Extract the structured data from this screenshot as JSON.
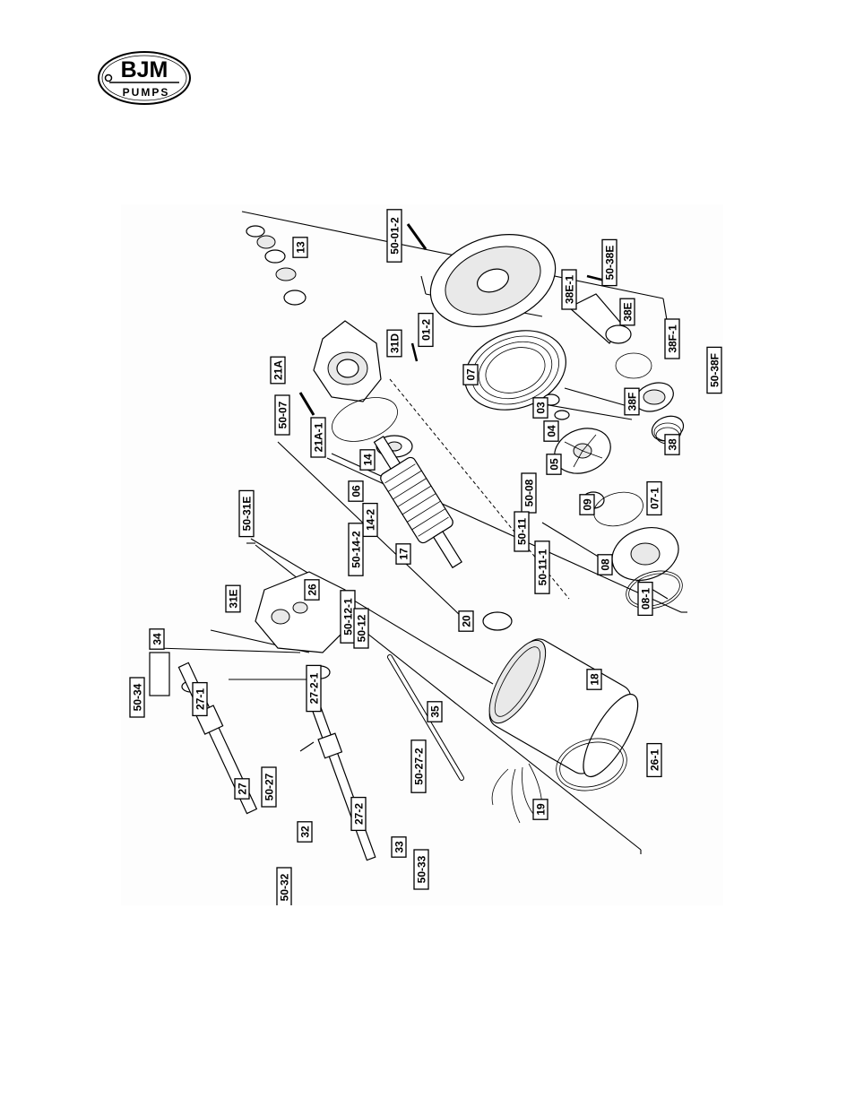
{
  "logo": {
    "top_text": "BJM",
    "bottom_text": "PUMPS"
  },
  "parts": [
    {
      "label": "13"
    },
    {
      "label": "21A"
    },
    {
      "label": "31D"
    },
    {
      "label": "50-07"
    },
    {
      "label": "21A-1"
    },
    {
      "label": "14"
    },
    {
      "label": "06"
    },
    {
      "label": "14-2"
    },
    {
      "label": "50-14-2"
    },
    {
      "label": "50-31E"
    },
    {
      "label": "31E"
    },
    {
      "label": "26"
    },
    {
      "label": "50-12-1"
    },
    {
      "label": "50-12"
    },
    {
      "label": "17"
    },
    {
      "label": "20"
    },
    {
      "label": "27-2-1"
    },
    {
      "label": "34"
    },
    {
      "label": "50-34"
    },
    {
      "label": "27-1"
    },
    {
      "label": "35"
    },
    {
      "label": "18"
    },
    {
      "label": "27"
    },
    {
      "label": "50-27"
    },
    {
      "label": "27-2"
    },
    {
      "label": "50-27-2"
    },
    {
      "label": "26-1"
    },
    {
      "label": "32"
    },
    {
      "label": "50-32"
    },
    {
      "label": "33"
    },
    {
      "label": "50-33"
    },
    {
      "label": "19"
    },
    {
      "label": "50-01-2"
    },
    {
      "label": "01-2"
    },
    {
      "label": "07"
    },
    {
      "label": "03"
    },
    {
      "label": "04"
    },
    {
      "label": "05"
    },
    {
      "label": "50-08"
    },
    {
      "label": "09"
    },
    {
      "label": "07-1"
    },
    {
      "label": "50-11"
    },
    {
      "label": "50-11-1"
    },
    {
      "label": "08"
    },
    {
      "label": "08-1"
    },
    {
      "label": "38E-1"
    },
    {
      "label": "50-38E"
    },
    {
      "label": "38E"
    },
    {
      "label": "38F-1"
    },
    {
      "label": "50-38F"
    },
    {
      "label": "38F"
    },
    {
      "label": "38"
    }
  ]
}
